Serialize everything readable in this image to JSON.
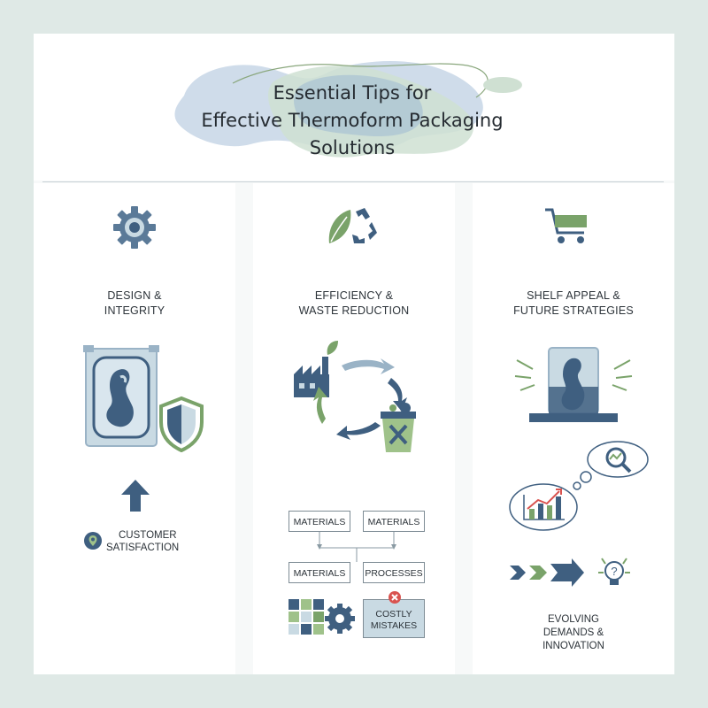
{
  "header": {
    "title_lines": [
      "Essential Tips for",
      "Effective Thermoform Packaging",
      "Solutions"
    ]
  },
  "colors": {
    "navy": "#3f5f80",
    "green": "#7aa36a",
    "pale_blue": "#c9dae3",
    "sage": "#bdd4c3",
    "red": "#d9534f"
  },
  "columns": [
    {
      "icon": "gear-icon",
      "title_lines": [
        "DESIGN &",
        "INTEGRITY"
      ],
      "illustrations": [
        "thermoform-package-icon",
        "shield-icon",
        "up-arrow-icon",
        "location-pin-icon"
      ],
      "customer_label_lines": [
        "CUSTOMER",
        "SATISFACTION"
      ]
    },
    {
      "icon": "leaf-recycle-icon",
      "title_lines": [
        "EFFICIENCY &",
        "WASTE REDUCTION"
      ],
      "illustrations": [
        "factory-icon",
        "recycle-cycle-arrows",
        "waste-bin-icon",
        "material-grid-icon",
        "gear-icon"
      ],
      "flow_boxes": [
        "MATERIALS",
        "MATERIALS",
        "MATERIALS",
        "PROCESSES"
      ],
      "warning_lines": [
        "COSTLY",
        "MISTAKES"
      ]
    },
    {
      "icon": "shopping-cart-icon",
      "title_lines": [
        "SHELF APPEAL &",
        "FUTURE STRATEGIES"
      ],
      "illustrations": [
        "shelf-display-icon",
        "thought-bubble-icon",
        "magnifier-chart-icon",
        "growth-chart-icon",
        "chevron-arrows-icon",
        "lightbulb-icon"
      ],
      "future_label_lines": [
        "EVOLVING",
        "DEMANDS &",
        "INNOVATION"
      ]
    }
  ]
}
